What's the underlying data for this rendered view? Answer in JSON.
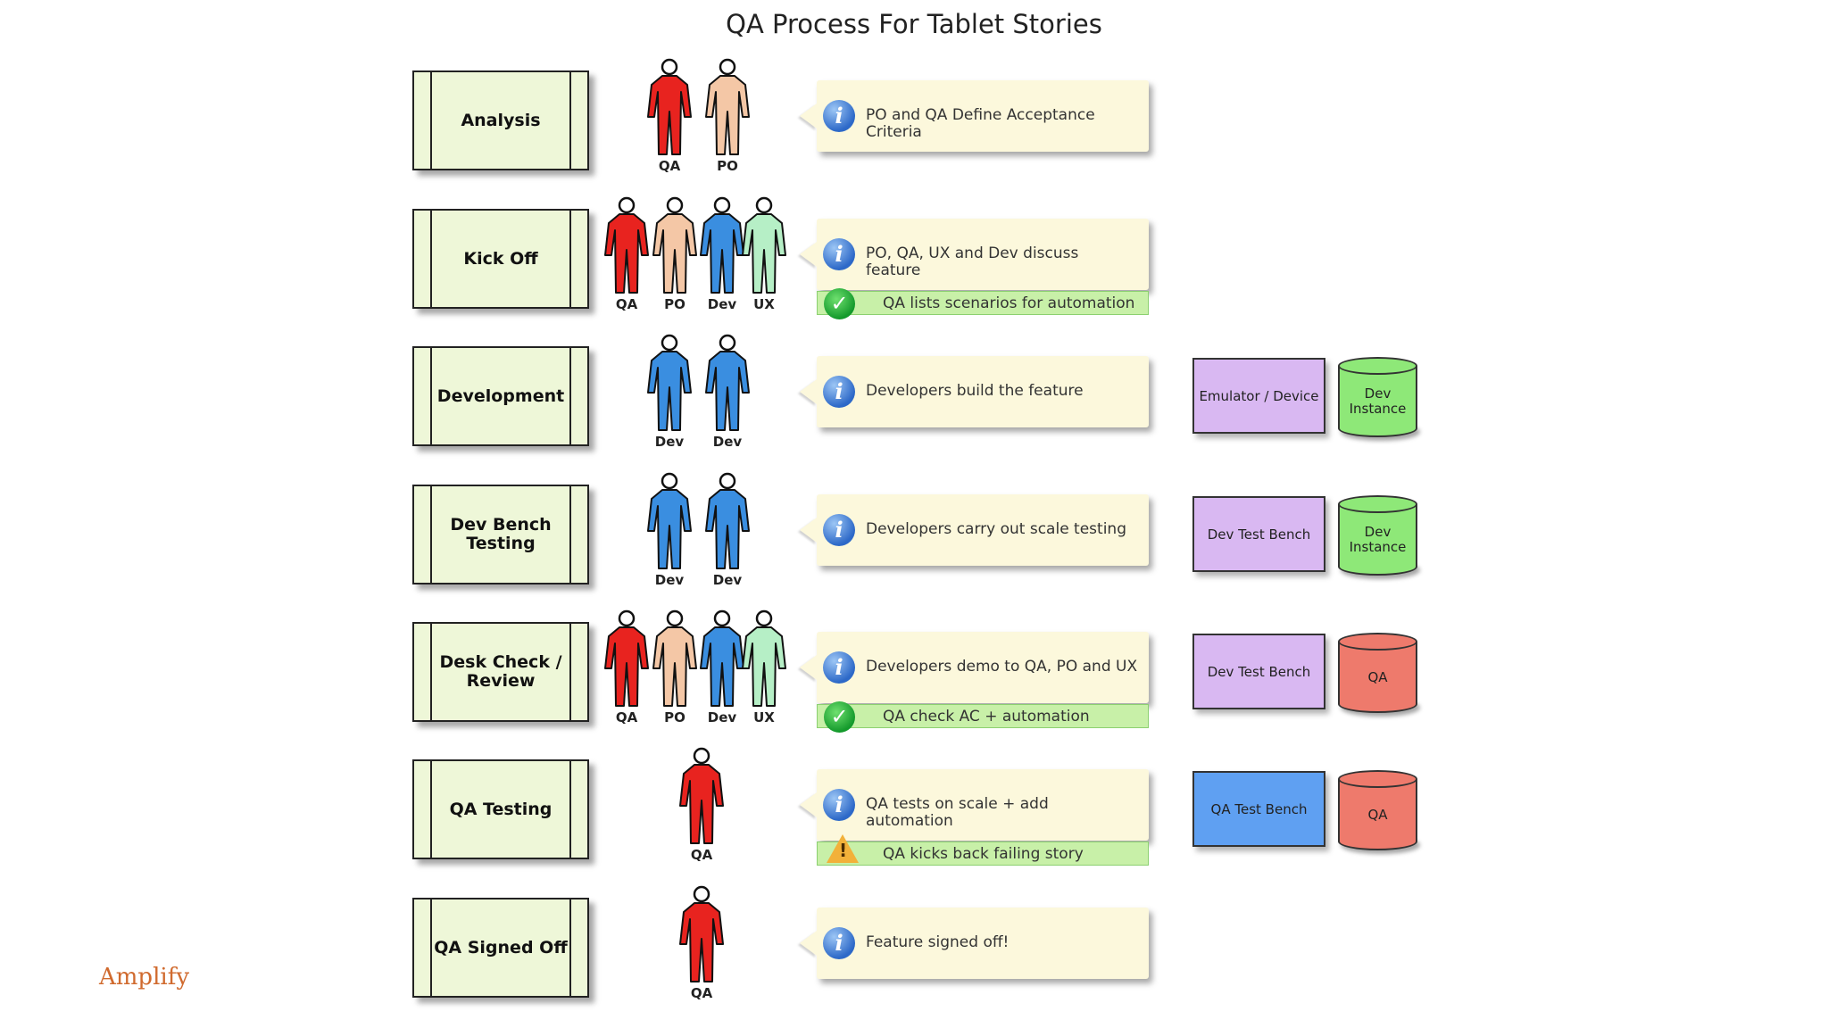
{
  "title": "QA Process For Tablet Stories",
  "brand": "Amplify",
  "colors": {
    "stage_fill": "#eef7d8",
    "callout_fill": "#fcf8dc",
    "green_bar": "#c8f0a8",
    "qa_person": "#e8231f",
    "po_person": "#f4c7a6",
    "dev_person": "#3a8ee0",
    "ux_person": "#b6efc6",
    "purple_box": "#d9b8f2",
    "blue_box": "#5fa0f2",
    "green_cylinder": "#8ee878",
    "red_cylinder": "#ee7a6c",
    "brand": "#d06a2e"
  },
  "rows": [
    {
      "stage": "Analysis",
      "people": [
        {
          "role": "QA",
          "label": "QA"
        },
        {
          "role": "PO",
          "label": "PO"
        }
      ],
      "info": "PO and QA Define Acceptance Criteria",
      "note": null,
      "box": null,
      "cylinder": null
    },
    {
      "stage": "Kick Off",
      "people": [
        {
          "role": "QA",
          "label": "QA"
        },
        {
          "role": "PO",
          "label": "PO"
        },
        {
          "role": "Dev",
          "label": "Dev"
        },
        {
          "role": "UX",
          "label": "UX"
        }
      ],
      "info": "PO, QA, UX and Dev discuss feature",
      "note": {
        "icon": "check-icon",
        "text": "QA lists scenarios for automation"
      },
      "box": null,
      "cylinder": null
    },
    {
      "stage": "Development",
      "people": [
        {
          "role": "Dev",
          "label": "Dev"
        },
        {
          "role": "Dev",
          "label": "Dev"
        }
      ],
      "info": "Developers build the feature",
      "note": null,
      "box": {
        "label": "Emulator / Device",
        "color": "#d9b8f2"
      },
      "cylinder": {
        "label": "Dev Instance",
        "color": "#8ee878"
      }
    },
    {
      "stage": "Dev Bench Testing",
      "people": [
        {
          "role": "Dev",
          "label": "Dev"
        },
        {
          "role": "Dev",
          "label": "Dev"
        }
      ],
      "info": "Developers carry out scale testing",
      "note": null,
      "box": {
        "label": "Dev Test Bench",
        "color": "#d9b8f2"
      },
      "cylinder": {
        "label": "Dev Instance",
        "color": "#8ee878"
      }
    },
    {
      "stage": "Desk Check / Review",
      "people": [
        {
          "role": "QA",
          "label": "QA"
        },
        {
          "role": "PO",
          "label": "PO"
        },
        {
          "role": "Dev",
          "label": "Dev"
        },
        {
          "role": "UX",
          "label": "UX"
        }
      ],
      "info": "Developers demo to QA, PO and UX",
      "note": {
        "icon": "check-icon",
        "text": "QA  check AC + automation"
      },
      "box": {
        "label": "Dev Test Bench",
        "color": "#d9b8f2"
      },
      "cylinder": {
        "label": "QA",
        "color": "#ee7a6c"
      }
    },
    {
      "stage": "QA Testing",
      "people": [
        {
          "role": "QA",
          "label": "QA"
        }
      ],
      "info": "QA tests on scale + add automation",
      "note": {
        "icon": "warning-icon",
        "text": "QA  kicks back failing story"
      },
      "box": {
        "label": "QA Test Bench",
        "color": "#5fa0f2"
      },
      "cylinder": {
        "label": "QA",
        "color": "#ee7a6c"
      }
    },
    {
      "stage": "QA Signed Off",
      "people": [
        {
          "role": "QA",
          "label": "QA"
        }
      ],
      "info": "Feature signed off!",
      "note": null,
      "box": null,
      "cylinder": null
    }
  ]
}
